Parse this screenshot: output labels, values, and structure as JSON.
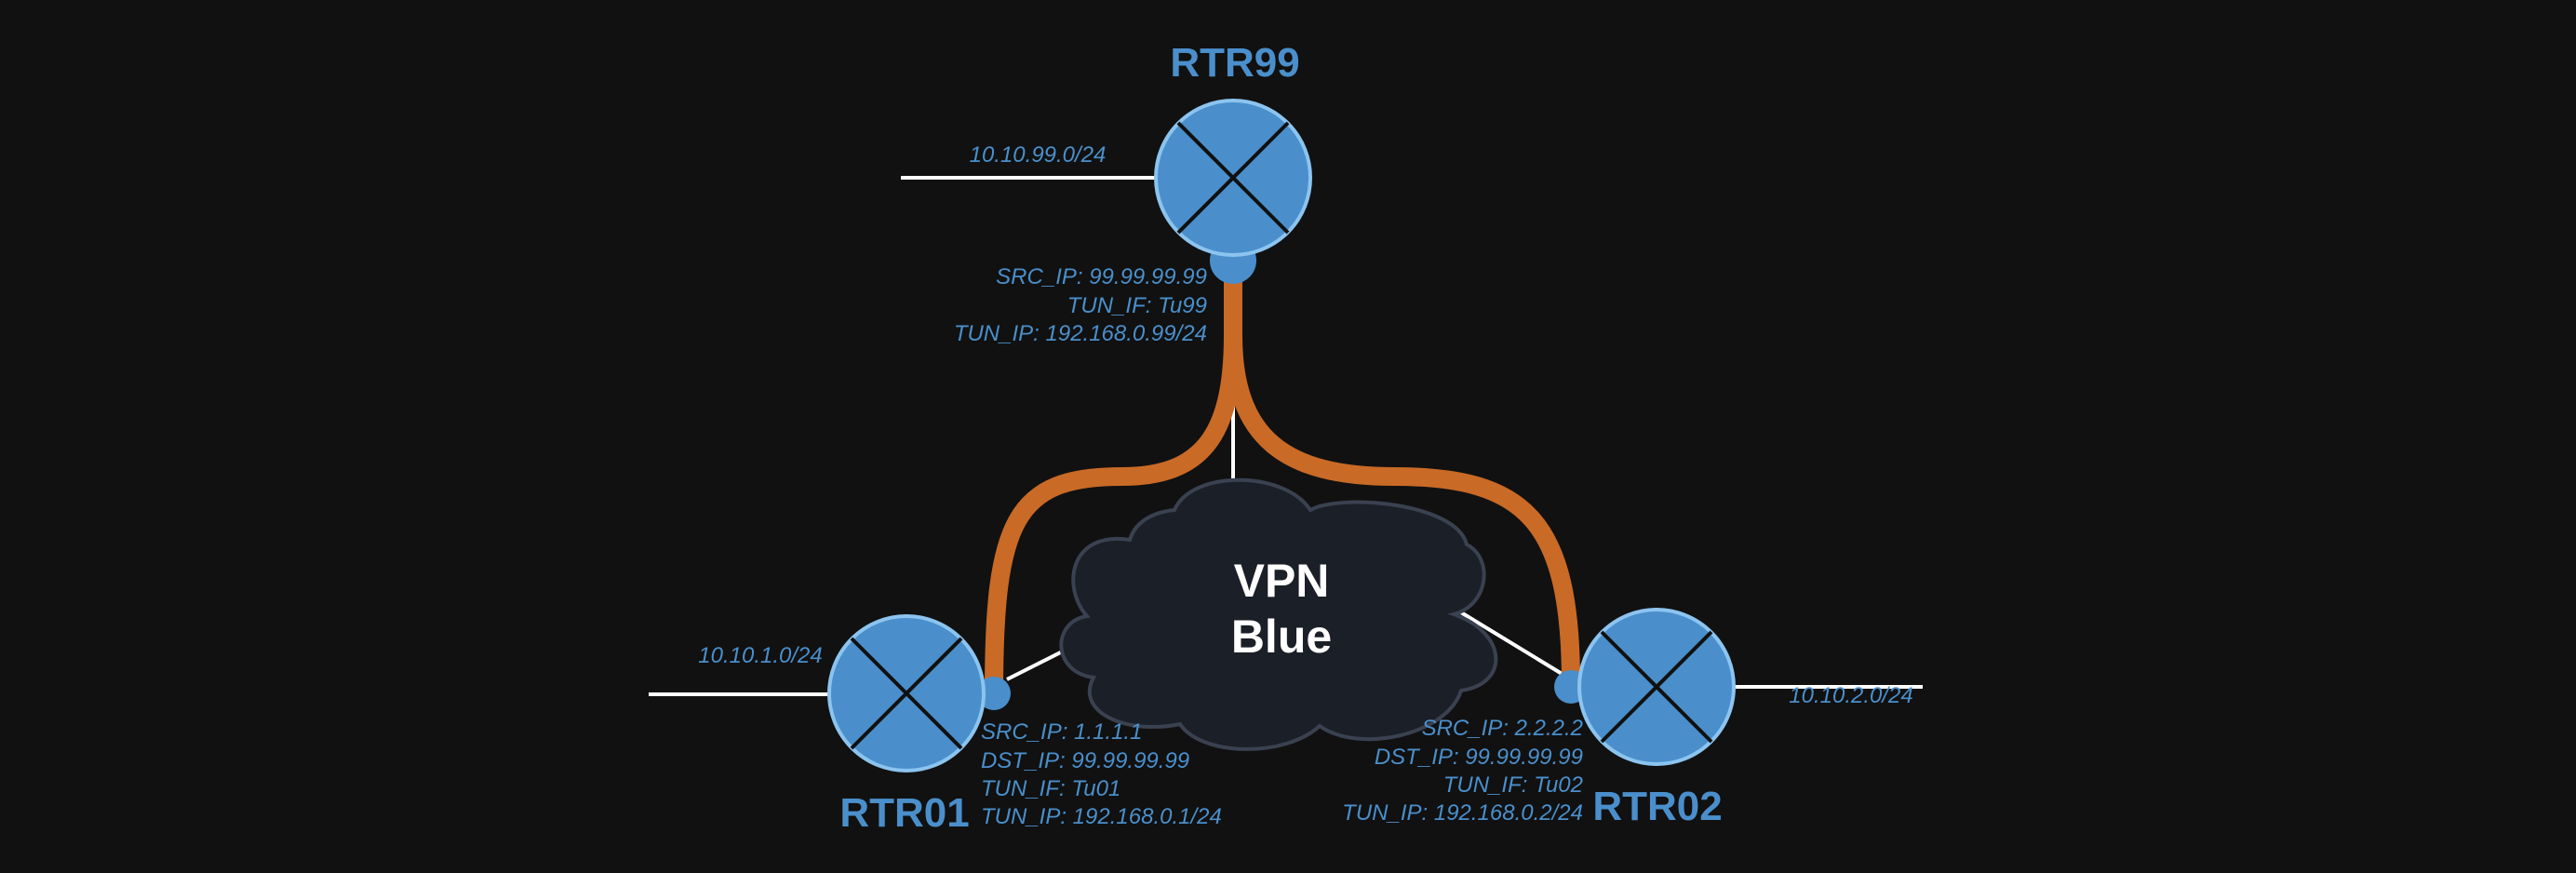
{
  "colors": {
    "background": "#111111",
    "router_fill": "#4A8FCB",
    "router_stroke": "#8CC4F0",
    "label_blue": "#4A8FCB",
    "tunnel": "#C96A26",
    "cloud_fill": "#1B1F27",
    "cloud_stroke": "#3A4150",
    "link": "#FFFFFF",
    "cloud_text": "#FFFFFF"
  },
  "routers": {
    "rtr99": {
      "name": "RTR99",
      "network": "10.10.99.0/24",
      "info": [
        "SRC_IP: 99.99.99.99",
        "TUN_IF: Tu99",
        "TUN_IP: 192.168.0.99/24"
      ]
    },
    "rtr01": {
      "name": "RTR01",
      "network": "10.10.1.0/24",
      "info": [
        "SRC_IP: 1.1.1.1",
        "DST_IP: 99.99.99.99",
        "TUN_IF: Tu01",
        "TUN_IP: 192.168.0.1/24"
      ]
    },
    "rtr02": {
      "name": "RTR02",
      "network": "10.10.2.0/24",
      "info": [
        "SRC_IP: 2.2.2.2",
        "DST_IP: 99.99.99.99",
        "TUN_IF: Tu02",
        "TUN_IP: 192.168.0.2/24"
      ]
    }
  },
  "cloud": {
    "line1": "VPN",
    "line2": "Blue"
  }
}
